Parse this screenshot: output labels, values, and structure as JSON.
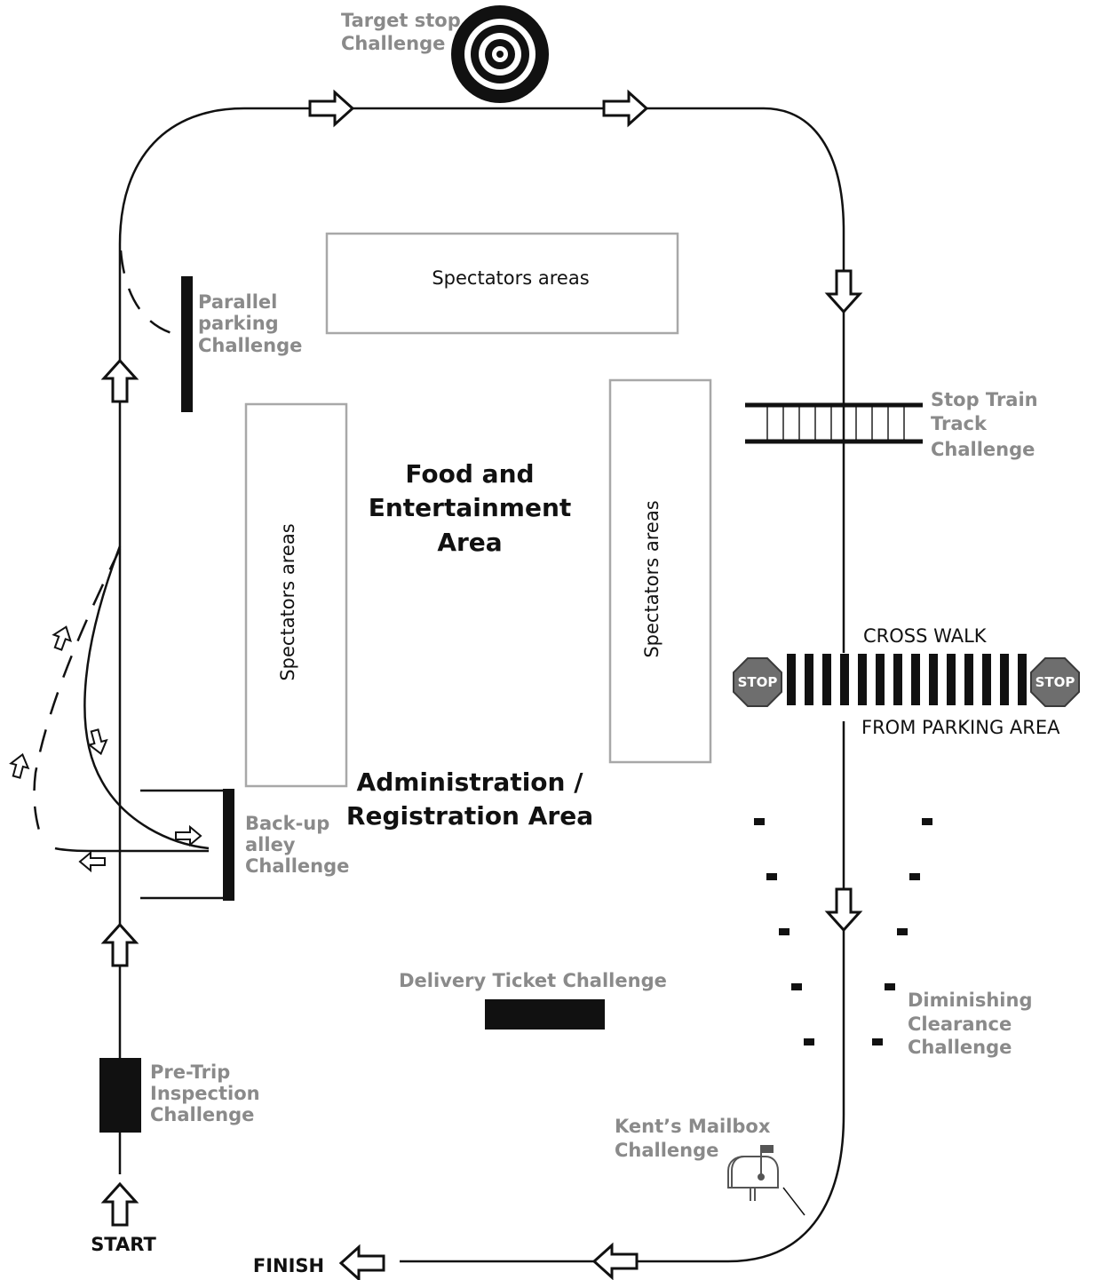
{
  "map": {
    "target_stop": {
      "line1": "Target stop",
      "line2": "Challenge"
    },
    "parallel_parking": {
      "line1": "Parallel",
      "line2": "parking",
      "line3": "Challenge"
    },
    "spectators_top": "Spectators areas",
    "spectators_left": "Spectators areas",
    "spectators_right": "Spectators areas",
    "food_area": {
      "line1": "Food and",
      "line2": "Entertainment",
      "line3": "Area"
    },
    "stop_train": {
      "line1": "Stop Train",
      "line2": "Track",
      "line3": "Challenge"
    },
    "cross_walk": "CROSS WALK",
    "from_parking": "FROM PARKING AREA",
    "stop_sign": "STOP",
    "admin_area": {
      "line1": "Administration /",
      "line2": "Registration Area"
    },
    "backup_alley": {
      "line1": "Back-up",
      "line2": "alley",
      "line3": "Challenge"
    },
    "delivery_ticket": "Delivery Ticket Challenge",
    "diminishing": {
      "line1": "Diminishing",
      "line2": "Clearance",
      "line3": "Challenge"
    },
    "pre_trip": {
      "line1": "Pre-Trip",
      "line2": "Inspection",
      "line3": "Challenge"
    },
    "mailbox": {
      "line1": "Kent’s Mailbox",
      "line2": "Challenge"
    },
    "start": "START",
    "finish": "FINISH",
    "icons": [
      "target-icon",
      "stop-sign-icon",
      "mailbox-icon",
      "direction-arrow-icon"
    ],
    "colors": {
      "course_line": "#111111",
      "challenge_label": "#8a8a8a",
      "area_outline": "#a8a8a8",
      "stop_sign": "#6e6e6e"
    }
  }
}
